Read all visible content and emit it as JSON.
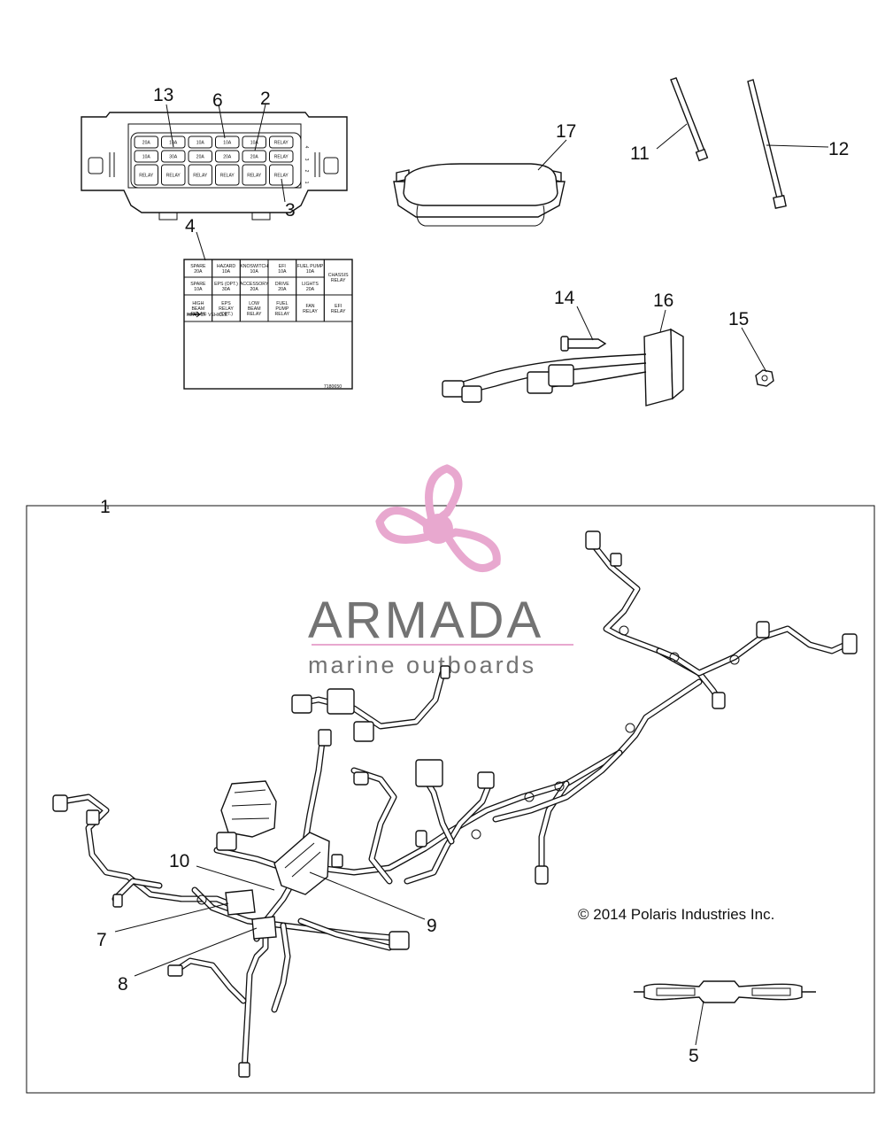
{
  "callouts": {
    "c1": "1",
    "c2": "2",
    "c3": "3",
    "c4": "4",
    "c5": "5",
    "c6": "6",
    "c7": "7",
    "c8": "8",
    "c9": "9",
    "c10": "10",
    "c11": "11",
    "c12": "12",
    "c13": "13",
    "c14": "14",
    "c15": "15",
    "c16": "16",
    "c17": "17"
  },
  "fuse_box": {
    "row1": [
      "20A",
      "10A",
      "10A",
      "10A",
      "10A",
      "RELAY"
    ],
    "row2": [
      "10A",
      "30A",
      "20A",
      "20A",
      "20A",
      "RELAY"
    ],
    "row3": [
      "RELAY",
      "RELAY",
      "RELAY",
      "RELAY",
      "RELAY",
      "RELAY"
    ],
    "side_numbers": [
      "4",
      "3",
      "2",
      "1"
    ]
  },
  "decal": {
    "row1": [
      "SPARE\n20A",
      "HAZARD\n10A",
      "KNOSWITCH\n10A",
      "EFI\n10A",
      "FUEL PUMP\n10A",
      "CHASSIS\nRELAY"
    ],
    "row2": [
      "SPARE\n10A",
      "EPS (OPT.)\n30A",
      "ACCESSORY\n20A",
      "DRIVE\n20A",
      "LIGHTS\n20A",
      ""
    ],
    "row3": [
      "HIGH\nBEAM\nRELAY",
      "EPS\nRELAY\n(OPT.)",
      "LOW\nBEAM\nRELAY",
      "FUEL\nPUMP\nRELAY",
      "FAN\nRELAY",
      "EFI\nRELAY"
    ],
    "arrow_note": "REAR OF VEHICLE",
    "part_number": "7180650"
  },
  "watermark": {
    "name": "ARMADA",
    "tagline": "marine outboards",
    "accent_color": "#e8a8cf",
    "text_color": "#737373"
  },
  "copyright": "© 2014 Polaris Industries Inc."
}
